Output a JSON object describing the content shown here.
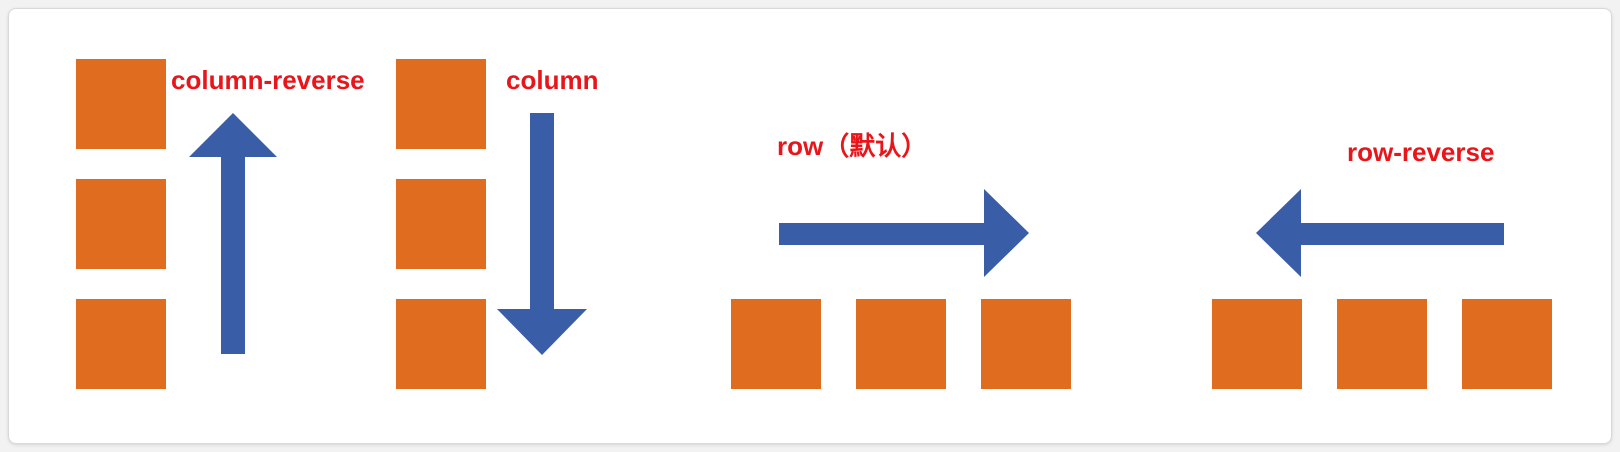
{
  "colors": {
    "box": "#e06c1f",
    "arrow": "#3a5da8",
    "label": "#e8161b",
    "background": "#ffffff"
  },
  "groups": [
    {
      "label": "column-reverse",
      "arrow": "up-arrow",
      "box_count": 3
    },
    {
      "label": "column",
      "arrow": "down-arrow",
      "box_count": 3
    },
    {
      "label": "row（默认）",
      "arrow": "right-arrow",
      "box_count": 3
    },
    {
      "label": "row-reverse",
      "arrow": "left-arrow",
      "box_count": 3
    }
  ]
}
